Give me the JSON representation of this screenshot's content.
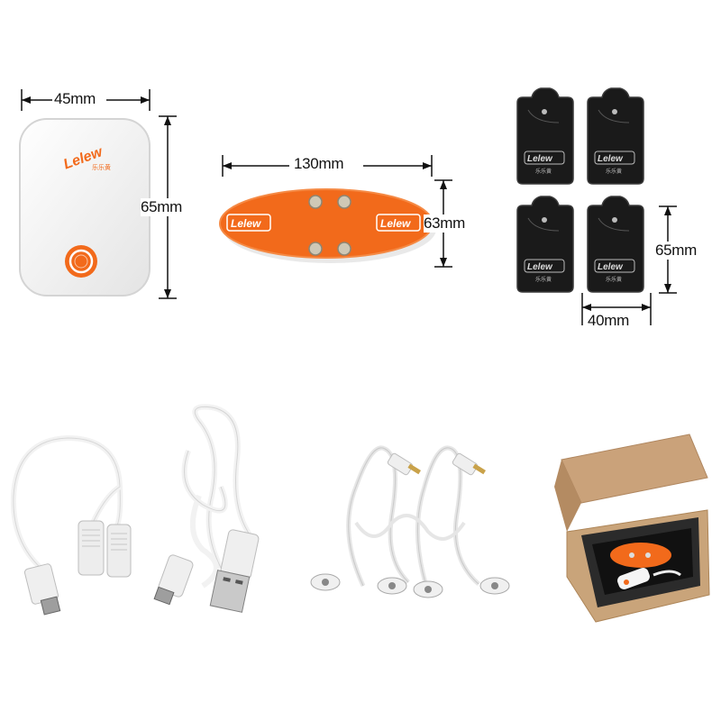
{
  "dimensions": {
    "device_width": "45mm",
    "device_height": "65mm",
    "pad_width": "130mm",
    "pad_height": "63mm",
    "electrode_height": "65mm",
    "electrode_width": "40mm"
  },
  "colors": {
    "brand_orange": "#f26a1b",
    "electrode_black": "#1a1a1a",
    "cable_white": "#f2f2f2",
    "box_kraft": "#c9a47a"
  },
  "icons": [
    "device-logo",
    "power-button",
    "snap-stud",
    "micro-usb-plug",
    "usb-a-plug",
    "audio-jack",
    "gift-box"
  ]
}
